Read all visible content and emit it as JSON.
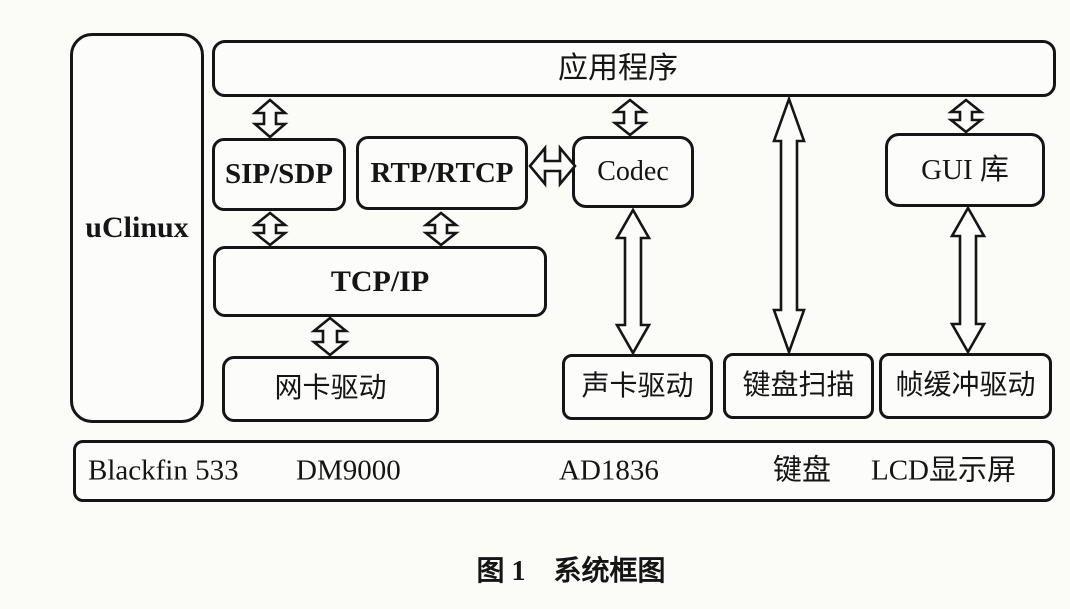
{
  "diagram": {
    "os": {
      "label": "uClinux"
    },
    "app_bar": {
      "label": "应用程序"
    },
    "boxes": {
      "sip_sdp": "SIP/SDP",
      "rtp_rtcp": "RTP/RTCP",
      "codec": "Codec",
      "gui_lib": "GUI 库",
      "tcp_ip": "TCP/IP",
      "nic_driver": "网卡驱动",
      "sound_driver": "声卡驱动",
      "keyboard_scan": "键盘扫描",
      "framebuffer_driver": "帧缓冲驱动"
    },
    "hardware": {
      "items": [
        "Blackfin 533",
        "DM9000",
        "AD1836",
        "键盘",
        "LCD显示屏"
      ]
    },
    "connections": [
      "应用程序 ↔ SIP/SDP",
      "应用程序 ↔ Codec",
      "应用程序 ↔ 键盘扫描",
      "应用程序 ↔ GUI 库",
      "SIP/SDP ↔ TCP/IP",
      "RTP/RTCP ↔ TCP/IP",
      "RTP/RTCP ↔ Codec",
      "TCP/IP ↔ 网卡驱动",
      "Codec ↔ 声卡驱动",
      "GUI 库 ↔ 帧缓冲驱动"
    ],
    "colors": {
      "line": "#151515",
      "background": "#fbfbf8",
      "box_fill": "#fcfcfa"
    }
  },
  "caption": {
    "fig": "图 1",
    "title": "系统框图"
  }
}
